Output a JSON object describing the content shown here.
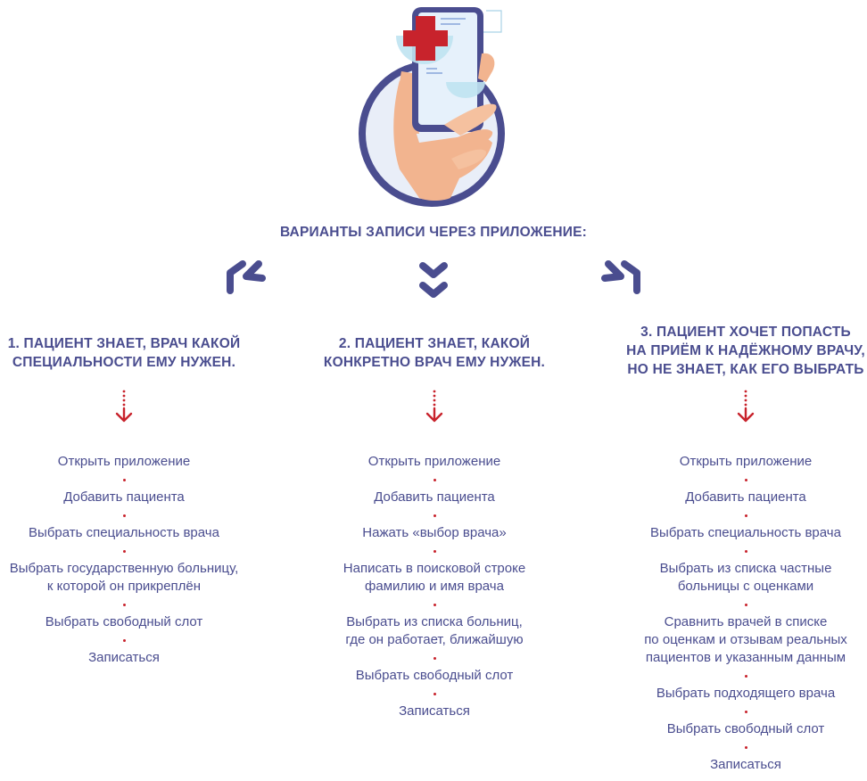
{
  "colors": {
    "brand": "#4a4d8f",
    "accent_red": "#c8232c",
    "skin": "#f2b48f",
    "screen": "#e6f1fb",
    "circle_bg": "#e9eef8"
  },
  "hero": {
    "icon": "hand-phone-medical-cross"
  },
  "title": "ВАРИАНТЫ ЗАПИСИ ЧЕРЕЗ ПРИЛОЖЕНИЕ:",
  "columns": [
    {
      "heading": "1. ПАЦИЕНТ ЗНАЕТ, ВРАЧ КАКОЙ\nСПЕЦИАЛЬНОСТИ ЕМУ НУЖЕН.",
      "steps": [
        "Открыть приложение",
        "Добавить пациента",
        "Выбрать специальность врача",
        "Выбрать государственную больницу,\nк которой он прикреплён",
        "Выбрать свободный слот",
        "Записаться"
      ]
    },
    {
      "heading": "2. ПАЦИЕНТ ЗНАЕТ, КАКОЙ\nКОНКРЕТНО ВРАЧ ЕМУ НУЖЕН.",
      "steps": [
        "Открыть приложение",
        "Добавить пациента",
        "Нажать «выбор врача»",
        "Написать в поисковой строке\nфамилию и имя врача",
        "Выбрать из списка больниц,\nгде он работает, ближайшую",
        "Выбрать свободный слот",
        "Записаться"
      ]
    },
    {
      "heading": "3. ПАЦИЕНТ ХОЧЕТ ПОПАСТЬ\nНА ПРИЁМ К НАДЁЖНОМУ ВРАЧУ,\nНО НЕ ЗНАЕТ, КАК ЕГО ВЫБРАТЬ",
      "steps": [
        "Открыть приложение",
        "Добавить пациента",
        "Выбрать специальность врача",
        "Выбрать из списка частные\nбольницы с оценками",
        "Сравнить врачей в списке\nпо оценкам и отзывам реальных\nпациентов и указанным данным",
        "Выбрать подходящего врача",
        "Выбрать свободный слот",
        "Записаться"
      ]
    }
  ]
}
